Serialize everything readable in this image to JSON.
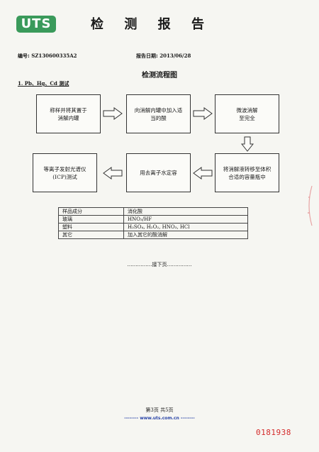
{
  "header": {
    "logo_text": "UTS",
    "title_chars": [
      "检",
      "测",
      "报",
      "告"
    ]
  },
  "meta": {
    "report_no_label": "编号:",
    "report_no": "SZ130600335A2",
    "report_date_label": "报告日期:",
    "report_date": "2013/06/28"
  },
  "section_title": "检测流程图",
  "sub_title": "1. Pb、Hg、Cd 测试",
  "flow": {
    "step1": "称样并将其置于\n消解内罐",
    "step2": "向消解内罐中加入适\n当的酸",
    "step3": "微波消解\n至完全",
    "step4": "将消解液转移至体积\n合适的容量瓶中",
    "step5": "用去离子水定容",
    "step6": "等离子发射光谱仪\n(ICP)测试"
  },
  "table": {
    "header": [
      "样品成分",
      "消化酸"
    ],
    "rows": [
      [
        "玻璃",
        "HNO₃/HF"
      ],
      [
        "塑料",
        "H₂SO₄, H₂O₂, HNO₃, HCl"
      ],
      [
        "其它",
        "加入其它的酸消解"
      ]
    ]
  },
  "next_page": "……………接下页……………",
  "page_number": "第3页  共5页",
  "website": "-------- www.uts.com.cn --------",
  "serial_number": "0181938",
  "colors": {
    "logo_green": "#3a9a5b",
    "website_blue": "#2a45a8",
    "serial_red": "#d42a2a"
  }
}
